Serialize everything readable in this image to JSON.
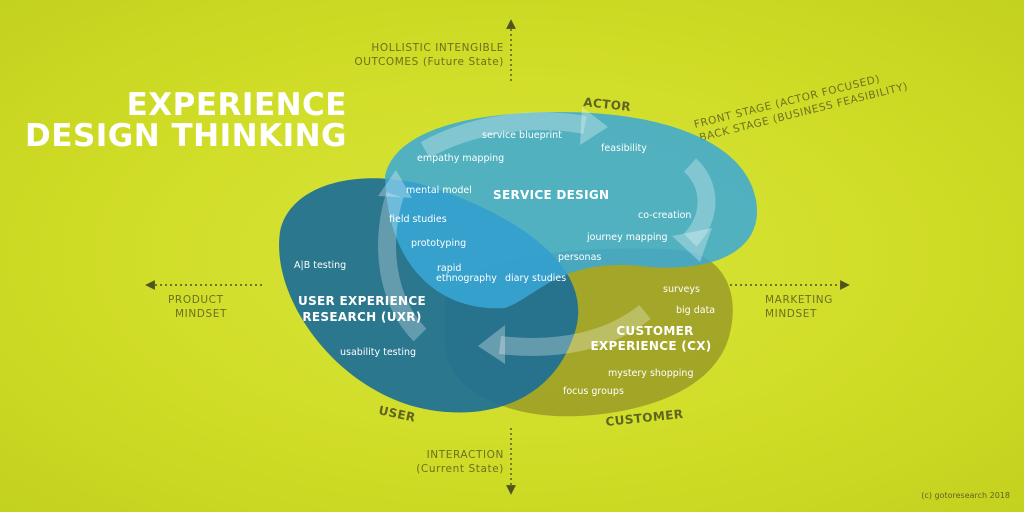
{
  "title": {
    "line1": "EXPERIENCE",
    "line2": "DESIGN THINKING"
  },
  "axes": {
    "top": {
      "line1": "HOLLISTIC INTENGIBLE",
      "line2": "OUTCOMES (Future State)"
    },
    "bottom": {
      "line1": "INTERACTION",
      "line2": "(Current State)"
    },
    "left": {
      "line1": "PRODUCT",
      "line2": "MINDSET"
    },
    "right": {
      "line1": "MARKETING",
      "line2": "MINDSET"
    },
    "stage": {
      "line1": "FRONT STAGE (ACTOR FOCUSED)",
      "line2": "BACK STAGE (BUSINESS FEASIBILITY)"
    }
  },
  "corners": {
    "actor": "ACTOR",
    "user": "USER",
    "customer": "CUSTOMER"
  },
  "areas": {
    "service_design": {
      "label": "SERVICE DESIGN",
      "color": "#3aa8d8",
      "items": [
        "service blueprint",
        "empathy mapping",
        "feasibility",
        "mental model",
        "co-creation",
        "field studies",
        "journey mapping",
        "prototyping",
        "personas",
        "diary studies"
      ]
    },
    "uxr": {
      "label_line1": "USER EXPERIENCE",
      "label_line2": "RESEARCH (UXR)",
      "color": "#1d6f96",
      "items": [
        "A|B testing",
        "usability testing"
      ]
    },
    "cx": {
      "label_line1": "CUSTOMER",
      "label_line2": "EXPERIENCE (CX)",
      "color": "#9c9d27",
      "items": [
        "surveys",
        "big data",
        "mystery shopping",
        "focus groups"
      ]
    },
    "shared": {
      "line1": "rapid",
      "line2": "ethnography"
    }
  },
  "copyright": "(c) gotoresearch 2018"
}
